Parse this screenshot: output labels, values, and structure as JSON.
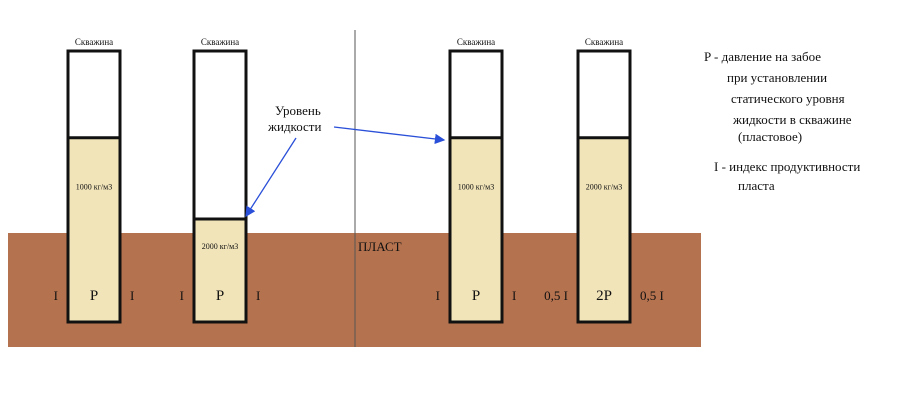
{
  "colors": {
    "soil": "#b5724f",
    "liquid": "#f1e4b9",
    "wall": "#111111",
    "arrow": "#2a4fd8",
    "divider": "#555555"
  },
  "wells": [
    {
      "title": "Скважина",
      "density": "1000 кг/м3",
      "pressure": "P",
      "left_index": "I",
      "right_index": "I",
      "fill_fraction": 0.68
    },
    {
      "title": "Скважина",
      "density": "2000 кг/м3",
      "pressure": "P",
      "left_index": "I",
      "right_index": "I",
      "fill_fraction": 0.38
    },
    {
      "title": "Скважина",
      "density": "1000 кг/м3",
      "pressure": "P",
      "left_index": "I",
      "right_index": "I",
      "fill_fraction": 0.68
    },
    {
      "title": "Скважина",
      "density": "2000 кг/м3",
      "pressure": "2P",
      "left_index": "0,5 I",
      "right_index": "0,5 I",
      "fill_fraction": 0.68
    }
  ],
  "level_label": [
    "Уровень",
    "жидкости"
  ],
  "formation_label": "ПЛАСТ",
  "legend": {
    "p_lines": [
      "P - давление на забое",
      "при установлении",
      "статического уровня",
      "жидкости в скважине",
      "(пластовое)"
    ],
    "i_lines": [
      "I - индекс продуктивности",
      "пласта"
    ]
  }
}
